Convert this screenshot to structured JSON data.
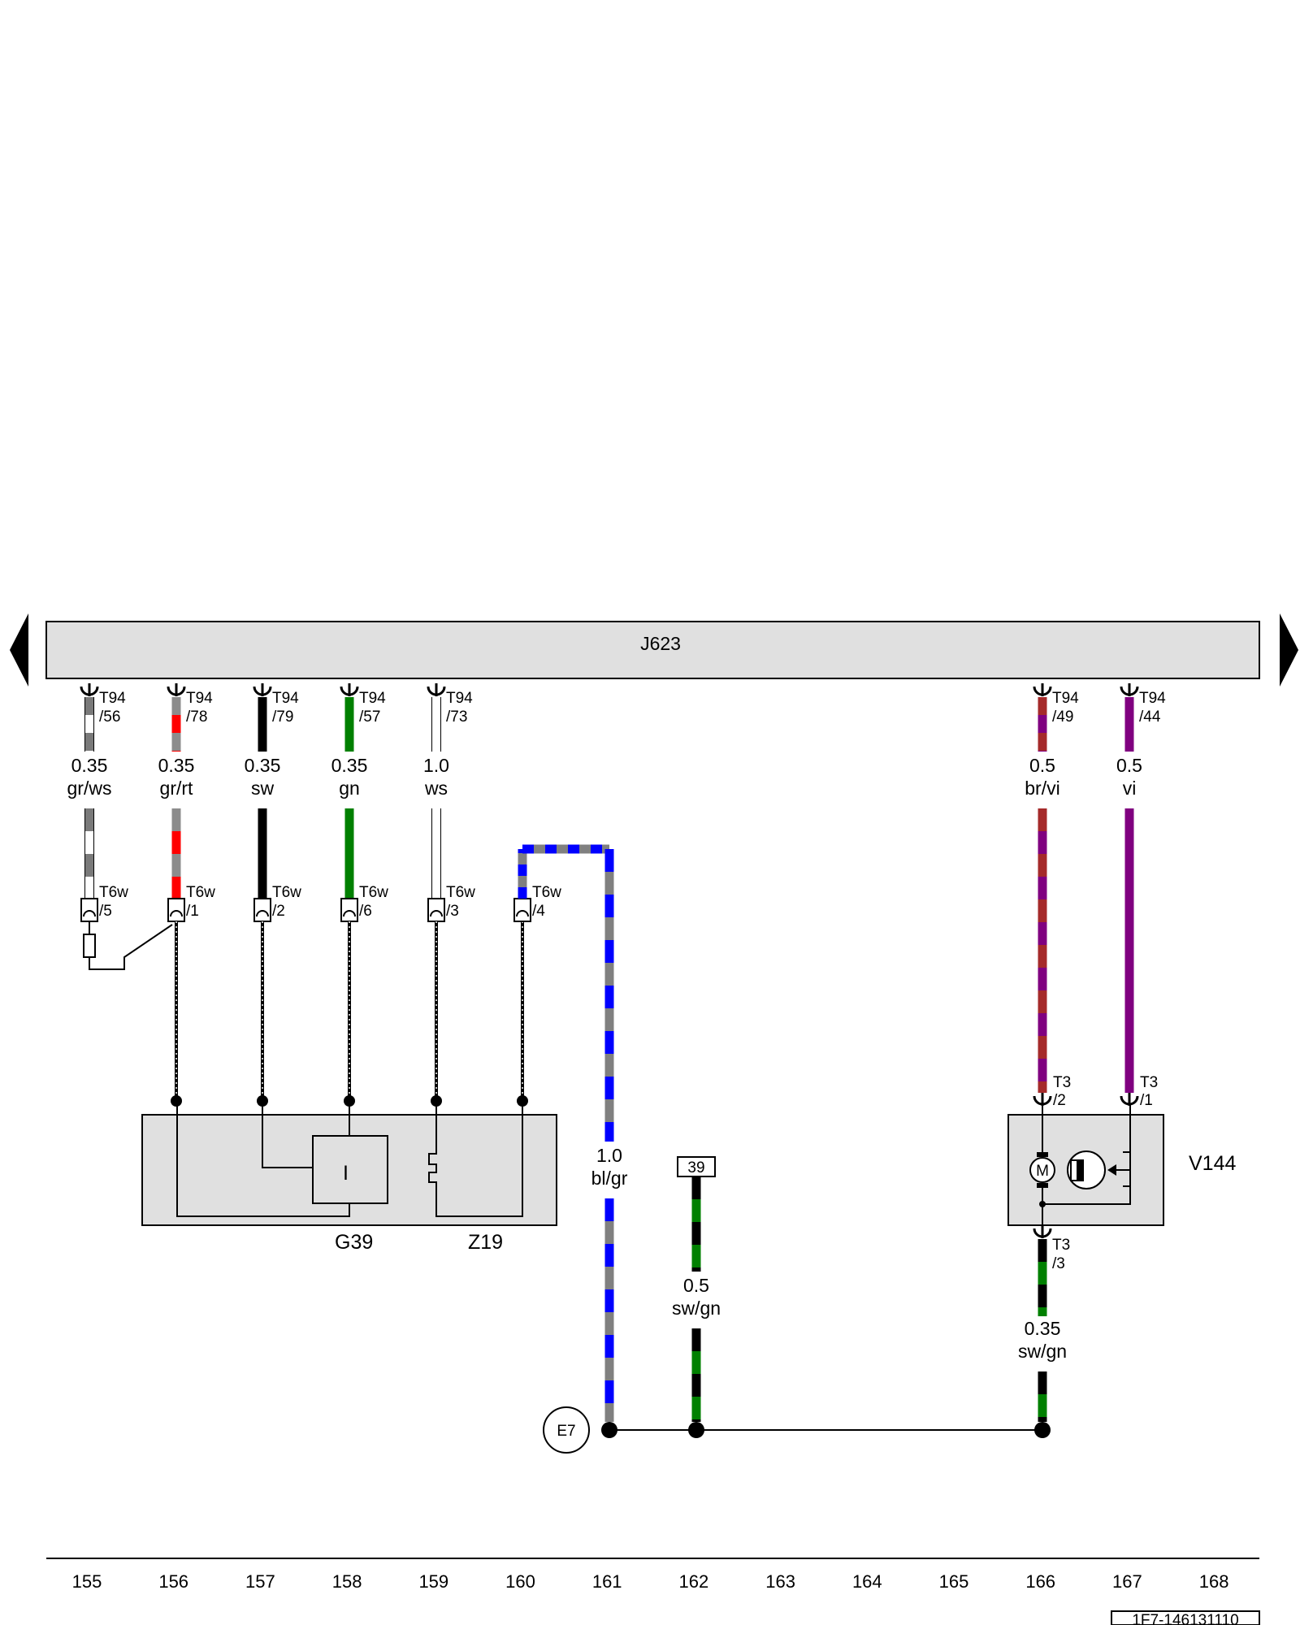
{
  "control_unit": {
    "label": "J623"
  },
  "top_wires": [
    {
      "conn_name": "T94",
      "conn_pin": "/56",
      "gauge": "0.35",
      "color_code": "gr/ws",
      "colors": [
        "#7a7a7a",
        "#ffffff"
      ],
      "bottom_conn_name": "T6w",
      "bottom_conn_pin": "/5"
    },
    {
      "conn_name": "T94",
      "conn_pin": "/78",
      "gauge": "0.35",
      "color_code": "gr/rt",
      "colors": [
        "#8c8c8c",
        "#ff0000"
      ],
      "bottom_conn_name": "T6w",
      "bottom_conn_pin": "/1"
    },
    {
      "conn_name": "T94",
      "conn_pin": "/79",
      "gauge": "0.35",
      "color_code": "sw",
      "colors": [
        "#000000"
      ],
      "bottom_conn_name": "T6w",
      "bottom_conn_pin": "/2"
    },
    {
      "conn_name": "T94",
      "conn_pin": "/57",
      "gauge": "0.35",
      "color_code": "gn",
      "colors": [
        "#008000"
      ],
      "bottom_conn_name": "T6w",
      "bottom_conn_pin": "/6"
    },
    {
      "conn_name": "T94",
      "conn_pin": "/73",
      "gauge": "1.0",
      "color_code": "ws",
      "colors": [
        "#ffffff"
      ],
      "bottom_conn_name": "T6w",
      "bottom_conn_pin": "/3"
    },
    {
      "conn_name": "T94",
      "conn_pin": "/49",
      "gauge": "0.5",
      "color_code": "br/vi",
      "colors": [
        "#a52a2a",
        "#800080"
      ],
      "bottom_conn_name": "T3",
      "bottom_conn_pin": "/2"
    },
    {
      "conn_name": "T94",
      "conn_pin": "/44",
      "gauge": "0.5",
      "color_code": "vi",
      "colors": [
        "#800080"
      ],
      "bottom_conn_name": "T3",
      "bottom_conn_pin": "/1"
    }
  ],
  "t6w_pin4": {
    "conn_name": "T6w",
    "conn_pin": "/4"
  },
  "ground_wire": {
    "gauge": "1.0",
    "color_code": "bl/gr",
    "colors": [
      "#0000ff",
      "#808080"
    ]
  },
  "ground_point": {
    "label": "E7"
  },
  "wire_162": {
    "ref_box": "39",
    "gauge": "0.5",
    "color_code": "sw/gn",
    "colors": [
      "#000000",
      "#008000"
    ]
  },
  "wire_166_lower": {
    "conn_name": "T3",
    "conn_pin": "/3",
    "gauge": "0.35",
    "color_code": "sw/gn",
    "colors": [
      "#000000",
      "#008000"
    ]
  },
  "components": {
    "g39": "G39",
    "z19": "Z19",
    "v144": "V144",
    "motor_symbol": "M",
    "sensor_symbol": "I"
  },
  "column_numbers": [
    "155",
    "156",
    "157",
    "158",
    "159",
    "160",
    "161",
    "162",
    "163",
    "164",
    "165",
    "166",
    "167",
    "168"
  ],
  "doc_id": "1F7-146131110",
  "colors": {
    "unit_fill": "#e0e0e0",
    "component_fill": "#e0e0e0",
    "line": "#000000"
  }
}
